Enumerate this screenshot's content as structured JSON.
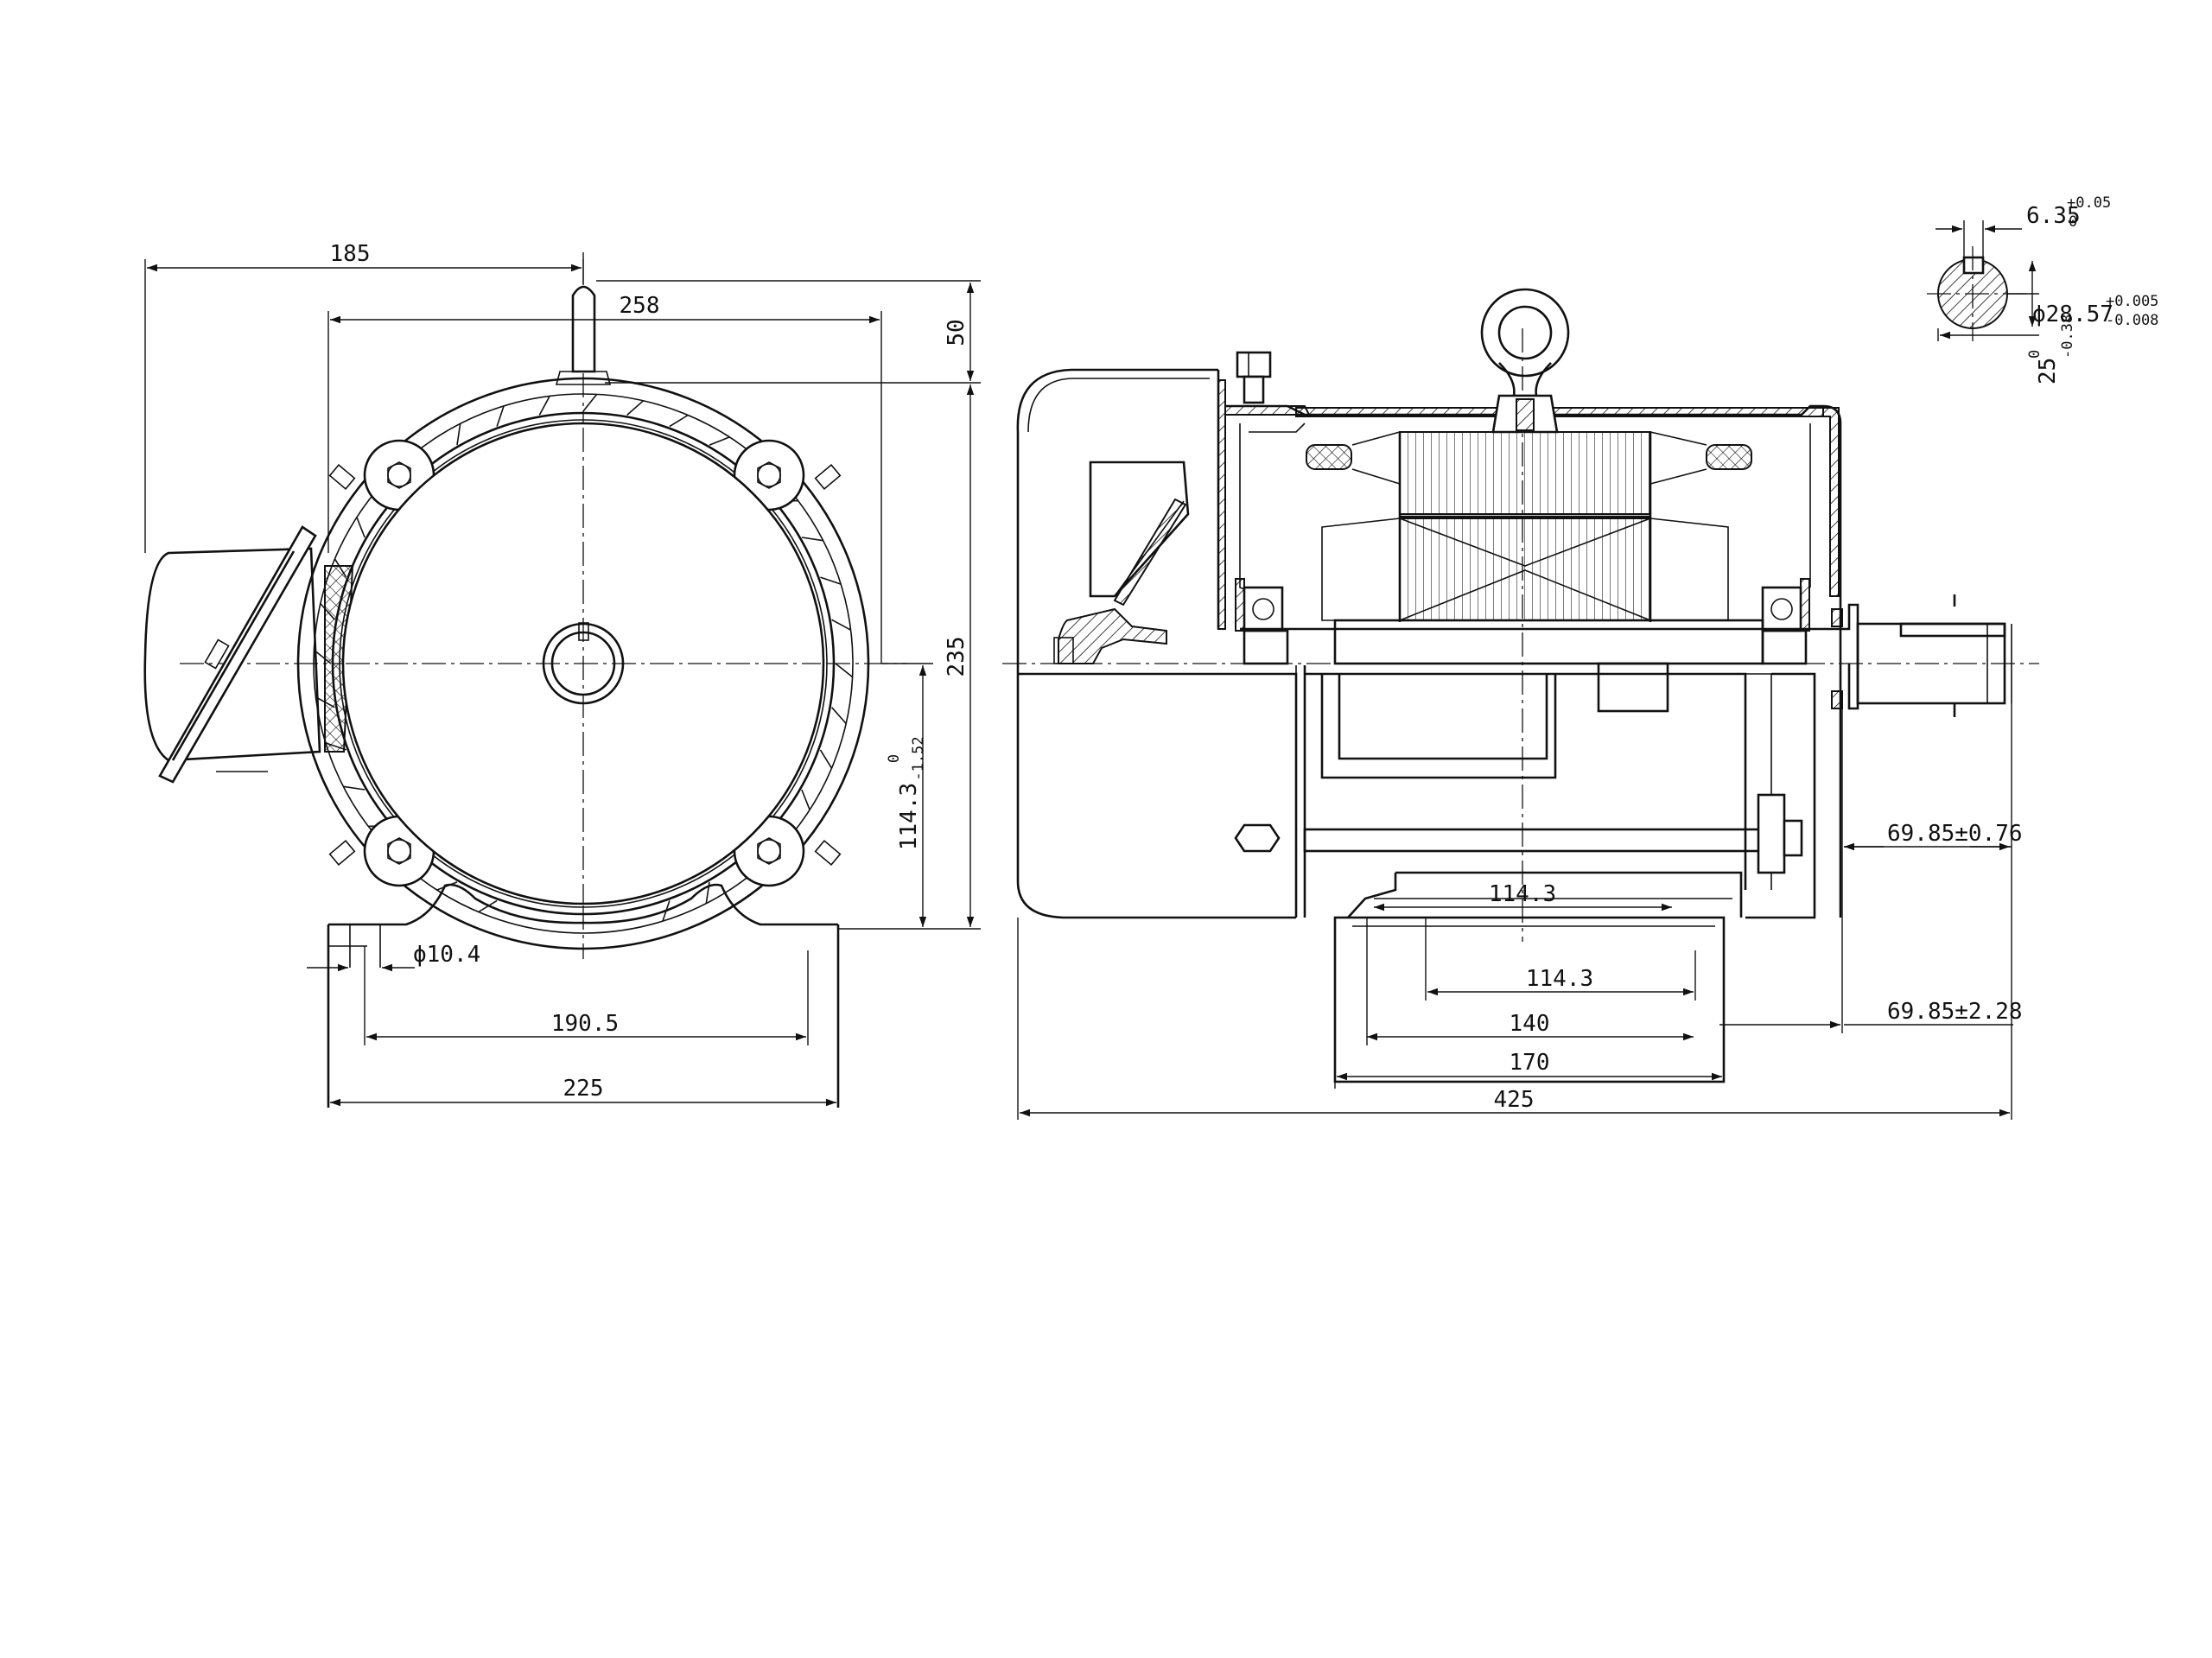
{
  "front_view": {
    "dim_185": "185",
    "dim_258": "258",
    "dim_50": "50",
    "dim_235": "235",
    "dim_114_3": "114.3",
    "dim_114_3_tol_upper": "0",
    "dim_114_3_tol_lower": "-1.52",
    "dim_hole": "ϕ10.4",
    "dim_190_5": "190.5",
    "dim_225": "225"
  },
  "side_view": {
    "dim_114_3_top": "114.3",
    "dim_114_3_mid": "114.3",
    "dim_140": "140",
    "dim_170": "170",
    "dim_425": "425",
    "dim_69_85_a": "69.85±0.76",
    "dim_69_85_b": "69.85±2.28"
  },
  "shaft_detail": {
    "key_width": "6.35",
    "key_width_tol_upper": "+0.05",
    "key_width_tol_lower": "0",
    "shaft_dia": "ϕ28.57",
    "shaft_dia_tol_upper": "+0.005",
    "shaft_dia_tol_lower": "-0.008",
    "key_depth": "25",
    "key_depth_tol_upper": "0",
    "key_depth_tol_lower": "-0.38"
  }
}
